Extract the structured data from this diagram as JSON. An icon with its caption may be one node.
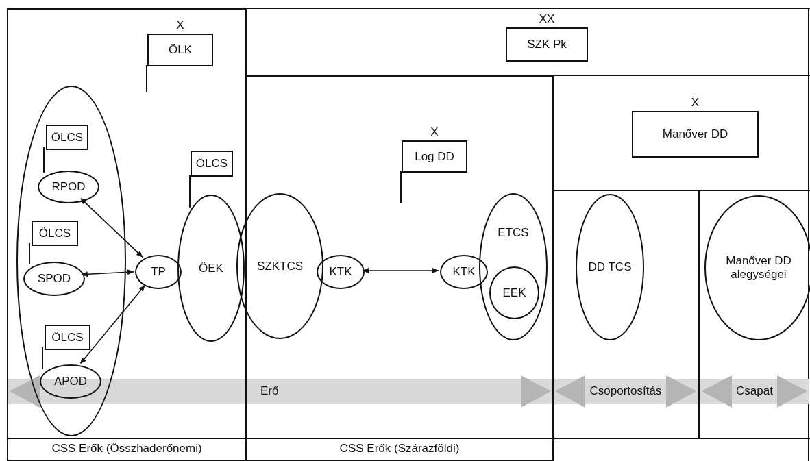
{
  "diagram": {
    "nodes": [
      {
        "text": [
          "CSS Erők (Összhaderőnemi)"
        ]
      },
      {
        "text": [
          "ÖLK"
        ],
        "beside": [
          "X"
        ],
        "in": 0
      },
      {
        "text": [],
        "shape": "ellipse",
        "in": 0
      },
      {
        "text": [
          "ÖLCS"
        ],
        "in": 2
      },
      {
        "text": [
          "RPOD"
        ],
        "in": 2
      },
      {
        "text": [
          "ÖLCS"
        ],
        "in": 2
      },
      {
        "text": [
          "SPOD"
        ],
        "in": 2
      },
      {
        "text": [
          "ÖLCS"
        ],
        "in": 2
      },
      {
        "text": [
          "APOD"
        ],
        "in": 2
      },
      {
        "text": [
          "TP"
        ],
        "in": 0
      },
      {
        "text": [
          "ÖLCS"
        ],
        "in": 0
      },
      {
        "text": [
          "ÖEK"
        ],
        "in": 0
      },
      {
        "text": [
          "SZK Pk"
        ],
        "beside": [
          "XX"
        ]
      },
      {
        "text": [
          "CSS Erők (Szárazföldi)"
        ]
      },
      {
        "text": [
          "Log DD"
        ],
        "beside": [
          "X"
        ],
        "in": 13
      },
      {
        "text": [
          "SZKTCS"
        ]
      },
      {
        "text": [
          "KTK"
        ],
        "in": 13
      },
      {
        "text": [
          "KTK"
        ],
        "in": 13
      },
      {
        "text": [
          "ETCS"
        ],
        "in": 13
      },
      {
        "text": [
          "EEK"
        ],
        "in": 18
      },
      {
        "text": [
          "Manőver DD"
        ],
        "beside": [
          "X"
        ]
      },
      {
        "text": [
          "DD TCS"
        ]
      },
      {
        "text": [
          "Manőver DD alegységei"
        ]
      }
    ],
    "edges": [
      {
        "from": 4,
        "to": 9,
        "arrow": "both"
      },
      {
        "from": 6,
        "to": 9,
        "arrow": "both"
      },
      {
        "from": 8,
        "to": 9,
        "arrow": "both"
      },
      {
        "from": 16,
        "to": 17,
        "arrow": "both"
      },
      {
        "from": 3,
        "to": 4,
        "arrow": "none"
      },
      {
        "from": 5,
        "to": 6,
        "arrow": "none"
      },
      {
        "from": 7,
        "to": 8,
        "arrow": "none"
      },
      {
        "from": 10,
        "to": 11,
        "arrow": "none"
      }
    ],
    "labels": [
      "Erő",
      "Csoportosítás",
      "Csapat"
    ]
  }
}
